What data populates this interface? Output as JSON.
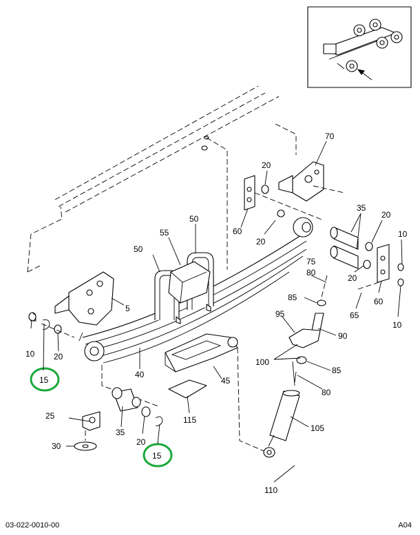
{
  "callouts": {
    "c5": "5",
    "c10a": "10",
    "c10b": "10",
    "c10c": "10",
    "c15a": "15",
    "c15b": "15",
    "c20a": "20",
    "c20b": "20",
    "c20c": "20",
    "c20d": "20",
    "c20e": "20",
    "c20f": "20",
    "c25": "25",
    "c30": "30",
    "c35a": "35",
    "c35b": "35",
    "c40": "40",
    "c45": "45",
    "c50a": "50",
    "c50b": "50",
    "c55": "55",
    "c60a": "60",
    "c60b": "60",
    "c65": "65",
    "c70": "70",
    "c75": "75",
    "c80a": "80",
    "c80b": "80",
    "c85a": "85",
    "c85b": "85",
    "c90": "90",
    "c95": "95",
    "c100": "100",
    "c105": "105",
    "c110": "110",
    "c115": "115"
  },
  "highlight_color": "#1aa83a",
  "footer": {
    "doc_number": "03-022-0010-00",
    "sheet_code": "A04"
  }
}
